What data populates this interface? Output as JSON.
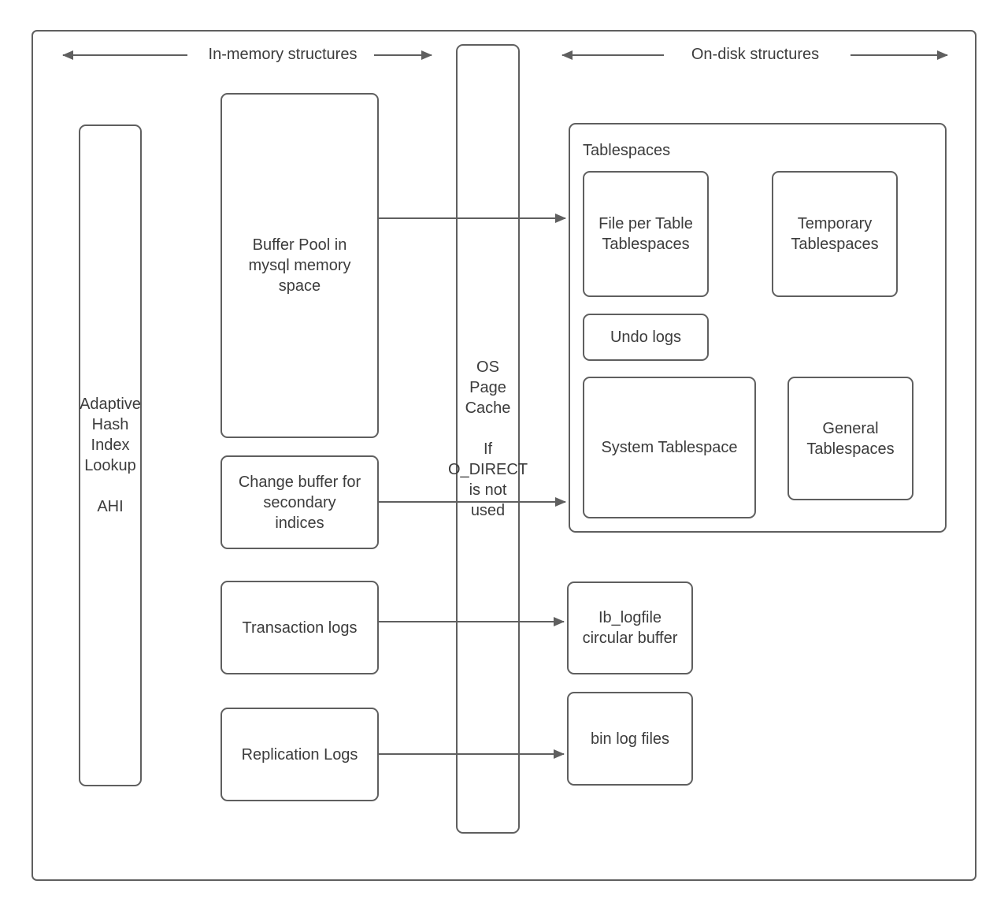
{
  "headers": {
    "in_memory": "In-memory structures",
    "on_disk": "On-disk structures"
  },
  "nodes": {
    "ahi": "Adaptive\nHash\nIndex\nLookup\n\nAHI",
    "buffer_pool": "Buffer Pool in\nmysql memory\nspace",
    "change_buffer": "Change buffer for\nsecondary\nindices",
    "transaction_logs": "Transaction logs",
    "replication_logs": "Replication Logs",
    "os_page_cache": "OS\nPage\nCache\n\nIf\nO_DIRECT\nis not\nused",
    "tablespaces_label": "Tablespaces",
    "file_per_table": "File per Table\nTablespaces",
    "temporary": "Temporary\nTablespaces",
    "undo_logs": "Undo logs",
    "system_tablespace": "System Tablespace",
    "general_tablespaces": "General\nTablespaces",
    "ib_logfile": "Ib_logfile\ncircular buffer",
    "bin_log": "bin log files"
  },
  "colors": {
    "line": "#5f5f5f",
    "text": "#3c3c3c"
  }
}
